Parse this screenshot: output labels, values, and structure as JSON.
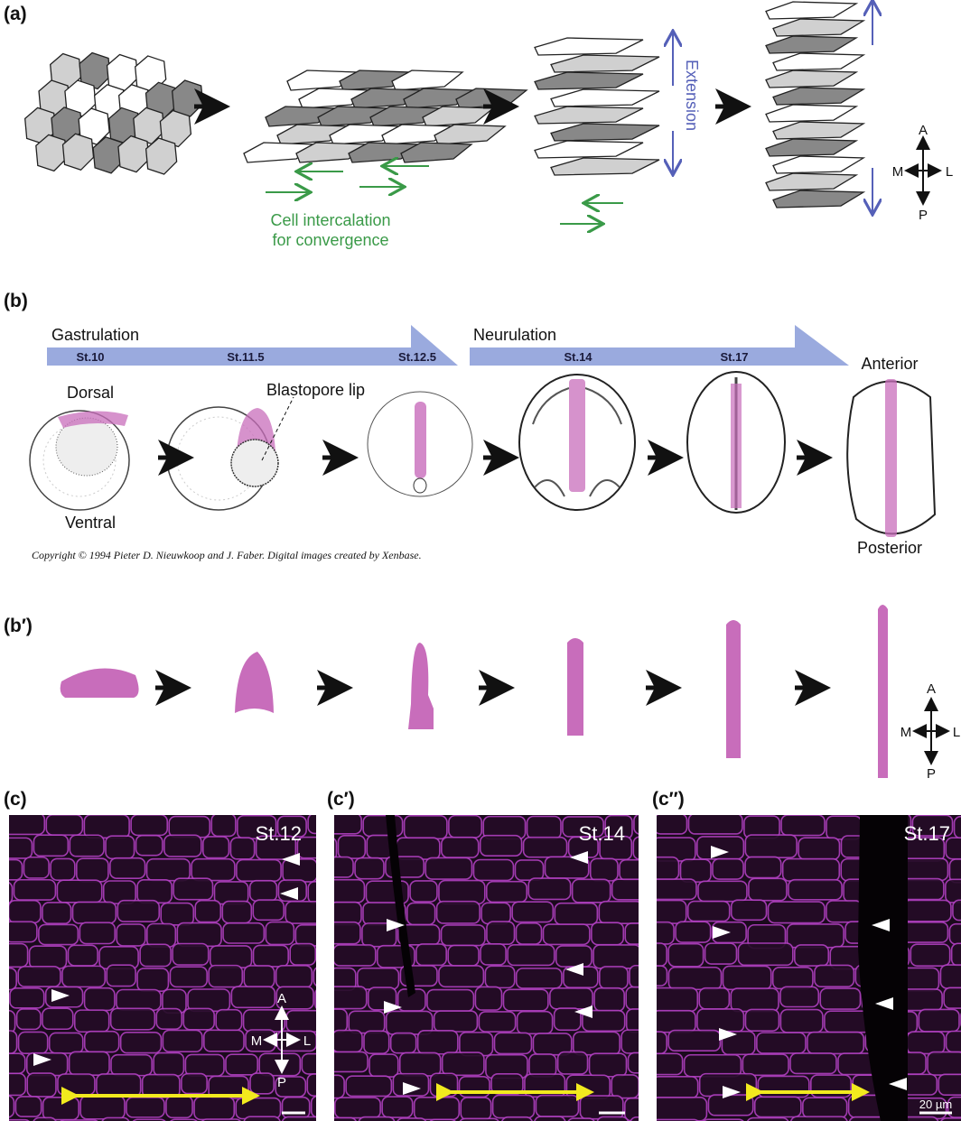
{
  "panels": {
    "a": {
      "label": "(a)",
      "convergence_line1": "Cell intercalation",
      "convergence_line2": "for convergence",
      "extension": "Extension",
      "axes": {
        "a": "A",
        "p": "P",
        "m": "M",
        "l": "L"
      }
    },
    "b": {
      "label": "(b)",
      "gastrulation": "Gastrulation",
      "neurulation": "Neurulation",
      "stages": [
        "St.10",
        "St.11.5",
        "St.12.5",
        "St.14",
        "St.17"
      ],
      "dorsal": "Dorsal",
      "ventral": "Ventral",
      "blastopore_lip": "Blastopore lip",
      "anterior": "Anterior",
      "posterior": "Posterior",
      "copyright": "Copyright © 1994 Pieter D. Nieuwkoop and J. Faber. Digital images created by Xenbase."
    },
    "b_prime": {
      "label": "(b′)",
      "axes": {
        "a": "A",
        "p": "P",
        "m": "M",
        "l": "L"
      }
    },
    "c": {
      "labels": [
        "(c)",
        "(c′)",
        "(c″)"
      ],
      "stages": [
        "St.12",
        "St.14",
        "St.17"
      ],
      "axes": {
        "a": "A",
        "p": "P",
        "m": "M",
        "l": "L"
      },
      "scale_bar": "20 µm"
    }
  },
  "colors": {
    "notochord": "#c86dbb",
    "convergence": "#3a9a48",
    "extension": "#5560b8",
    "stage_bar": "#9aaade",
    "membrane": "#b040c0",
    "width_arrow": "#f2ea1e"
  }
}
